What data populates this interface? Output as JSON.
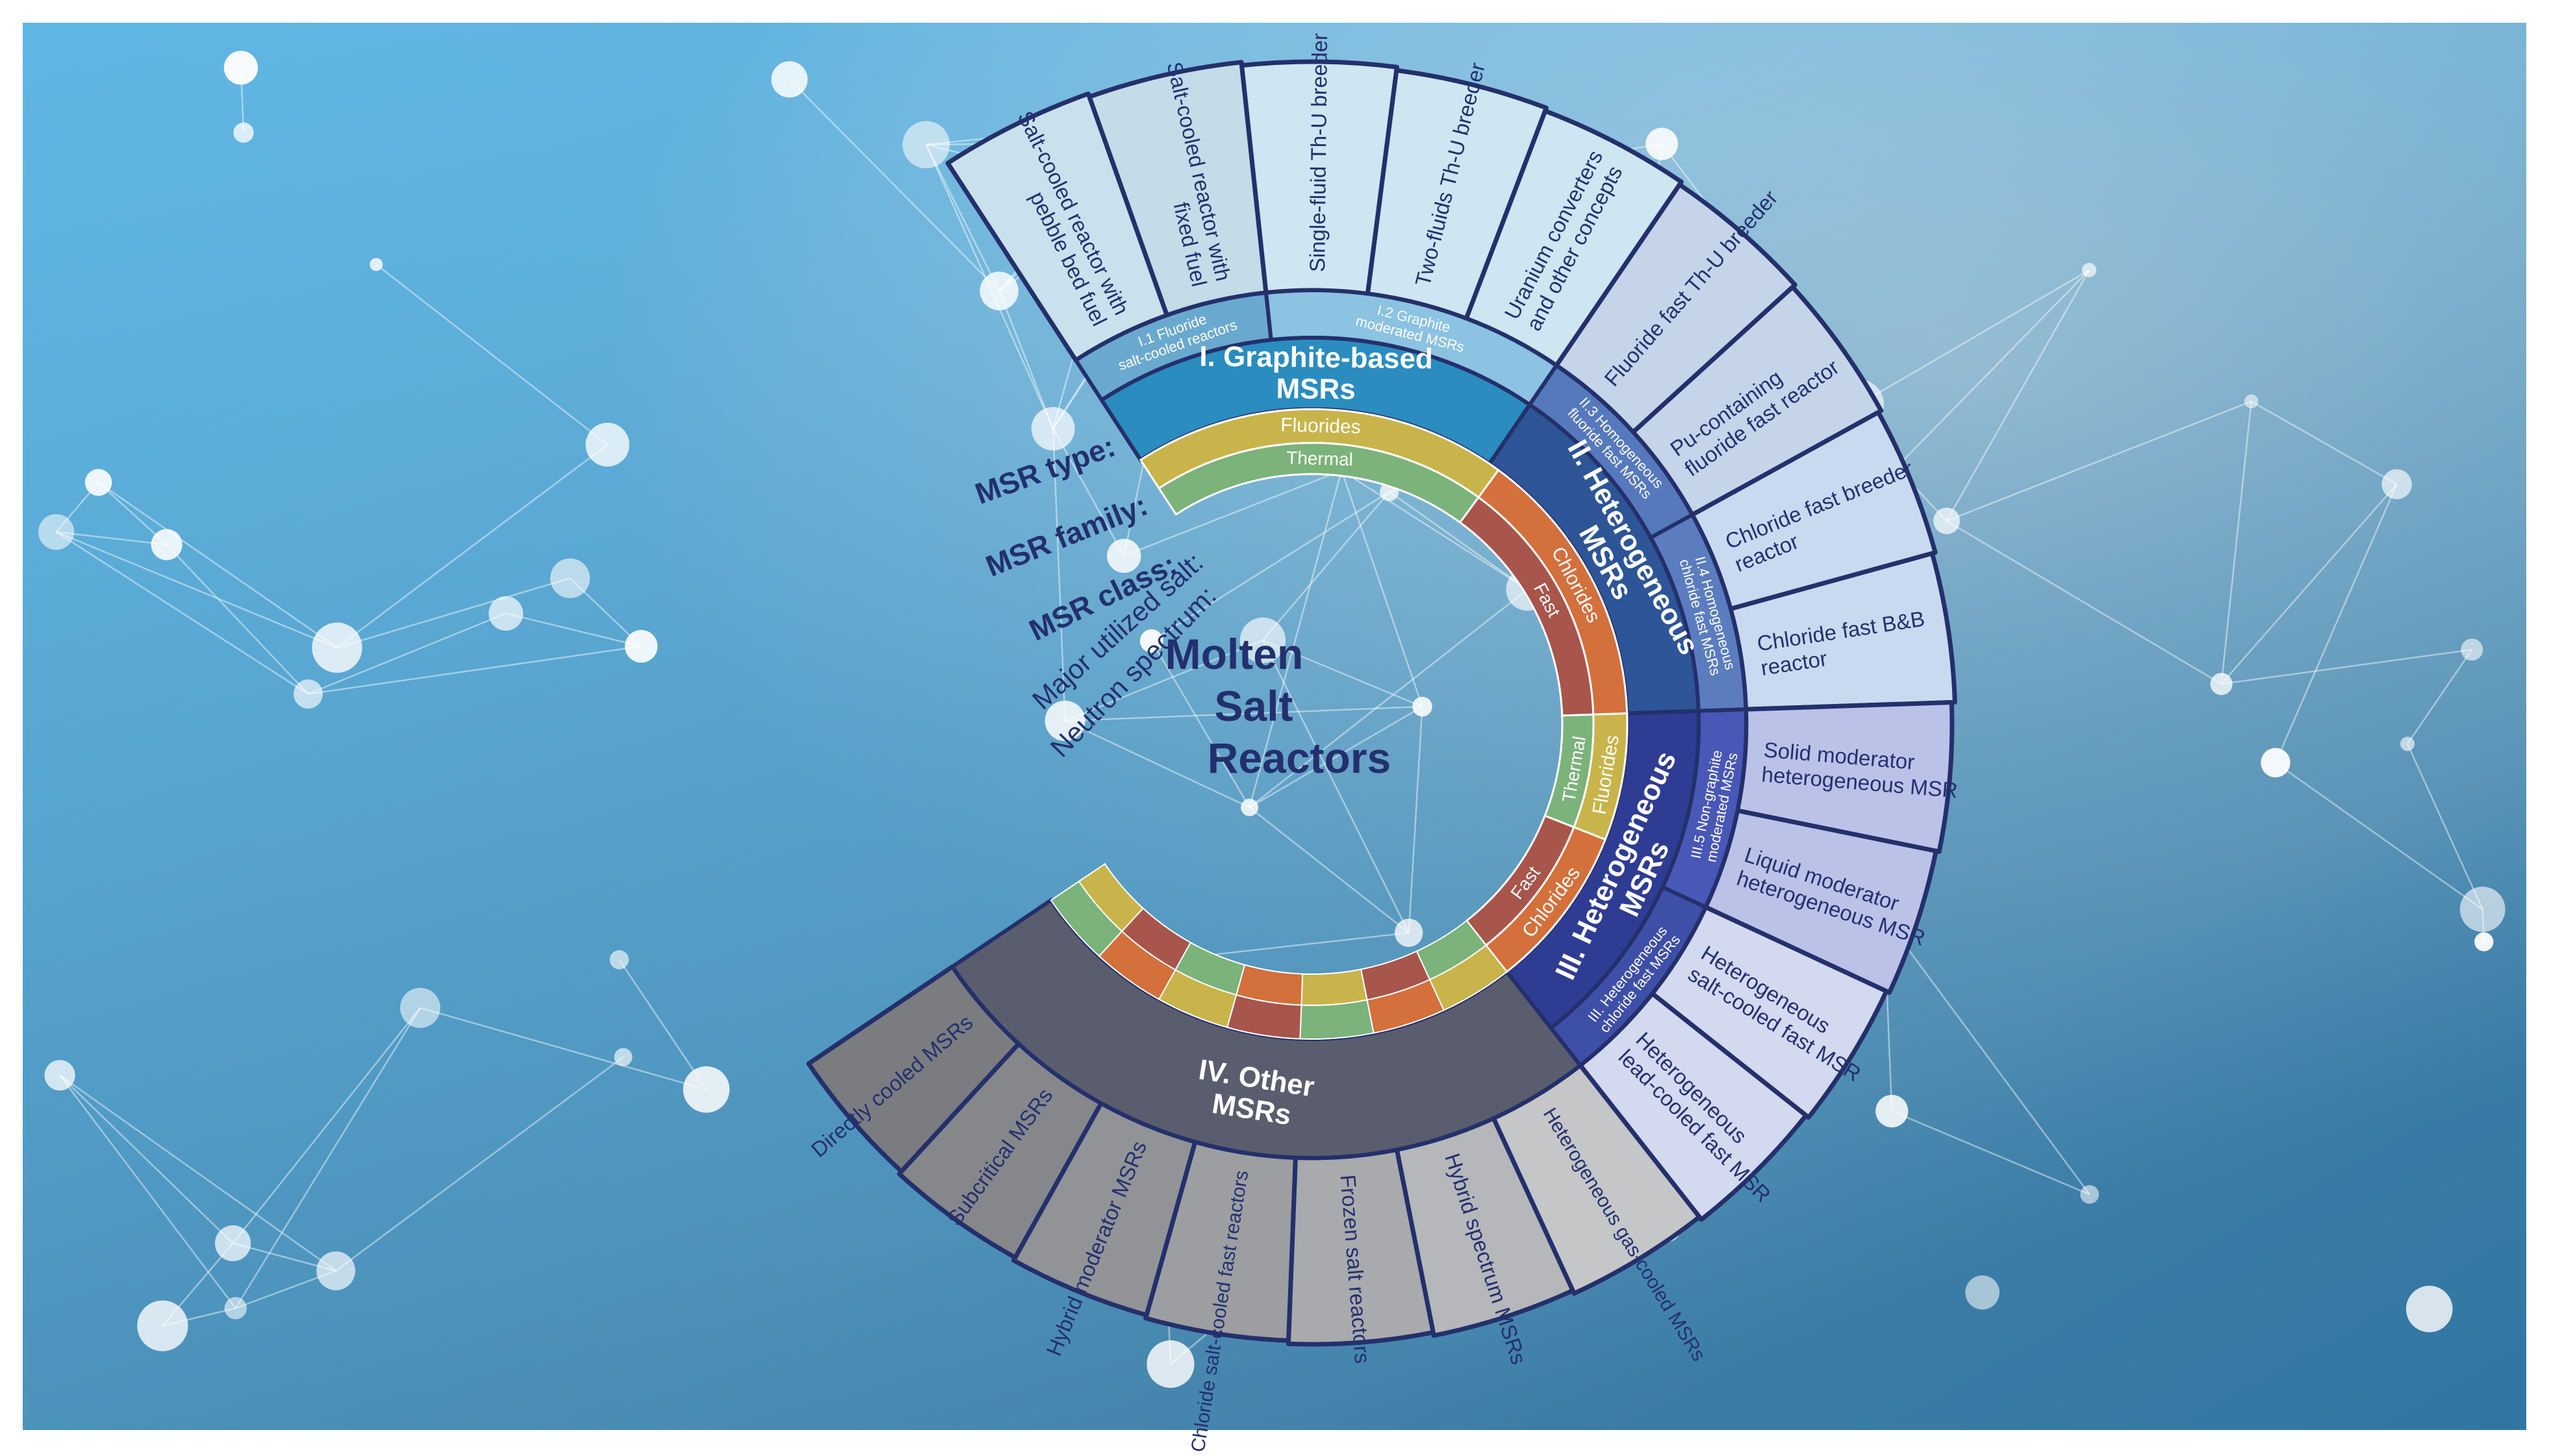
{
  "title": {
    "lines": [
      "Molten",
      "Salt",
      "Reactors"
    ]
  },
  "row_labels": [
    {
      "id": "type",
      "text": "MSR type:"
    },
    {
      "id": "family",
      "text": "MSR family:"
    },
    {
      "id": "class",
      "text": "MSR class:"
    },
    {
      "id": "salt",
      "text": "Major utilized salt:"
    },
    {
      "id": "spectrum",
      "text": "Neutron spectrum:"
    }
  ],
  "classes": [
    {
      "id": "c1",
      "label": [
        "I. Graphite-based",
        "MSRs"
      ],
      "fill": "#2a8cbf"
    },
    {
      "id": "c2",
      "label": [
        "II. Heterogeneous",
        "MSRs"
      ],
      "fill": "#2d5597"
    },
    {
      "id": "c3",
      "label": [
        "III. Heterogeneous",
        "MSRs"
      ],
      "fill": "#2e3c93"
    },
    {
      "id": "c4",
      "label": [
        "IV. Other",
        "MSRs"
      ],
      "fill": "#5a5d6e"
    }
  ],
  "families": [
    {
      "id": "f11",
      "label": [
        "I.1 Fluoride",
        "salt-cooled reactors"
      ],
      "fill": "#6aa9cf"
    },
    {
      "id": "f12",
      "label": [
        "I.2 Graphite",
        "moderated MSRs"
      ],
      "fill": "#8cc2e2"
    },
    {
      "id": "f13",
      "label": [
        "II.3 Homogeneous",
        "fluoride fast MSRs"
      ],
      "fill": "#5679bd"
    },
    {
      "id": "f14",
      "label": [
        "II.4 Homogeneous",
        "chloride fast MSRs"
      ],
      "fill": "#5b7dbf"
    },
    {
      "id": "f15",
      "label": [
        "III. Heterogeneous",
        "chloride fast MSRs"
      ],
      "fill": "#3e4fa7"
    },
    {
      "id": "f16",
      "label": [
        "III.5 Non-graphite",
        "moderated MSRs"
      ],
      "fill": "#4957b6"
    }
  ],
  "salts": [
    {
      "id": "s1",
      "label": "Fluorides",
      "fill": "#c9b44b"
    },
    {
      "id": "s2",
      "label": "Chlorides",
      "fill": "#d3703c"
    },
    {
      "id": "s3",
      "label": "Fluorides",
      "fill": "#c9b44b"
    },
    {
      "id": "s4",
      "label": "Chlorides",
      "fill": "#d3703c"
    }
  ],
  "spectra": [
    {
      "id": "n1",
      "label": "Thermal",
      "fill": "#7bb37a"
    },
    {
      "id": "n2",
      "label": "Fast",
      "fill": "#a8554c"
    },
    {
      "id": "n3",
      "label": "Thermal",
      "fill": "#7bb37a"
    },
    {
      "id": "n4",
      "label": "Fast",
      "fill": "#a8554c"
    }
  ],
  "types": [
    {
      "id": "t1",
      "label": [
        "Salt-cooled reactor with",
        "pebble bed fuel"
      ],
      "fill": "#c9e1ec"
    },
    {
      "id": "t2",
      "label": [
        "Salt-cooled reactor with",
        "fixed fuel"
      ],
      "fill": "#c3dce8"
    },
    {
      "id": "t3",
      "label": [
        "Single-fluid Th-U breeder"
      ],
      "fill": "#cde6f1"
    },
    {
      "id": "t4",
      "label": [
        "Two-fluids Th-U breeder"
      ],
      "fill": "#cde6f1"
    },
    {
      "id": "t5",
      "label": [
        "Uranium converters",
        "and other concepts"
      ],
      "fill": "#cde6f1"
    },
    {
      "id": "t6",
      "label": [
        "Fluoride fast Th-U breeder"
      ],
      "fill": "#c6d4ea"
    },
    {
      "id": "t7",
      "label": [
        "Pu-containing",
        "fluoride fast reactor"
      ],
      "fill": "#c6d4ea"
    },
    {
      "id": "t8",
      "label": [
        "Chloride fast breeder",
        "reactor"
      ],
      "fill": "#c9daf0"
    },
    {
      "id": "t9",
      "label": [
        "Chloride fast B&B",
        "reactor"
      ],
      "fill": "#c9daf0"
    },
    {
      "id": "t10",
      "label": [
        "Solid moderator",
        "heterogeneous MSR"
      ],
      "fill": "#bbc2e8"
    },
    {
      "id": "t11",
      "label": [
        "Liquid moderator",
        "heterogeneous MSR"
      ],
      "fill": "#bbc2e8"
    },
    {
      "id": "t12",
      "label": [
        "Heterogeneous",
        "salt-cooled fast MSR"
      ],
      "fill": "#d3d9ef"
    },
    {
      "id": "t13",
      "label": [
        "Heterogeneous",
        "lead-cooled fast MSR"
      ],
      "fill": "#d3d9ef"
    },
    {
      "id": "t14",
      "label": [
        "Heterogeneous gas-cooled MSRs"
      ],
      "fill": "#c5c6c8"
    },
    {
      "id": "t15",
      "label": [
        "Hybrid spectrum MSRs"
      ],
      "fill": "#b6b7ba"
    },
    {
      "id": "t16",
      "label": [
        "Frozen salt reactors"
      ],
      "fill": "#a9aaad"
    },
    {
      "id": "t17",
      "label": [
        "Chloride salt-cooled fast reactors"
      ],
      "fill": "#9d9ea2"
    },
    {
      "id": "t18",
      "label": [
        "Hybrid moderator MSRs"
      ],
      "fill": "#929397"
    },
    {
      "id": "t19",
      "label": [
        "Subcritical MSRs"
      ],
      "fill": "#86878b"
    },
    {
      "id": "t20",
      "label": [
        "Directly cooled MSRs"
      ],
      "fill": "#7b7c80"
    }
  ],
  "colors": {
    "outline": "#24306b",
    "text_dark": "#23306e",
    "text_light": "#ffffff"
  }
}
